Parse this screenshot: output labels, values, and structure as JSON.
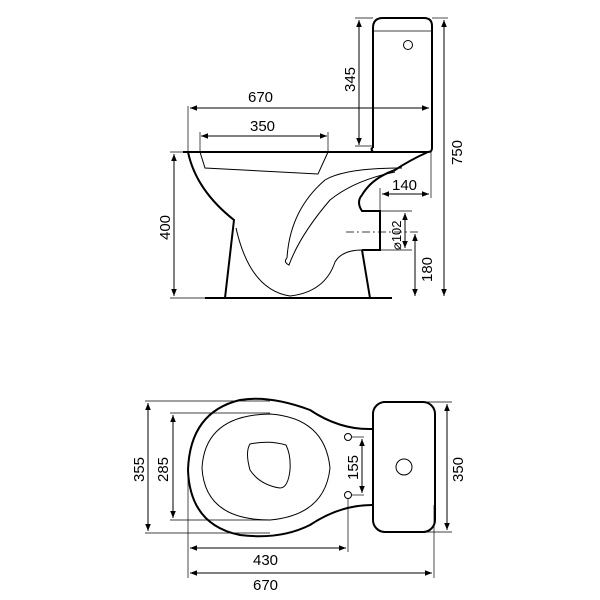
{
  "side_view": {
    "overall_length": "670",
    "seat_opening_length": "350",
    "tank_height": "345",
    "overall_height": "750",
    "bowl_height": "400",
    "outlet_offset": "140",
    "outlet_diameter": "⌀102",
    "outlet_height": "180"
  },
  "top_view": {
    "overall_width": "355",
    "seat_width": "285",
    "bolt_spacing": "155",
    "tank_width": "350",
    "front_to_bolts": "430",
    "overall_length": "670"
  }
}
